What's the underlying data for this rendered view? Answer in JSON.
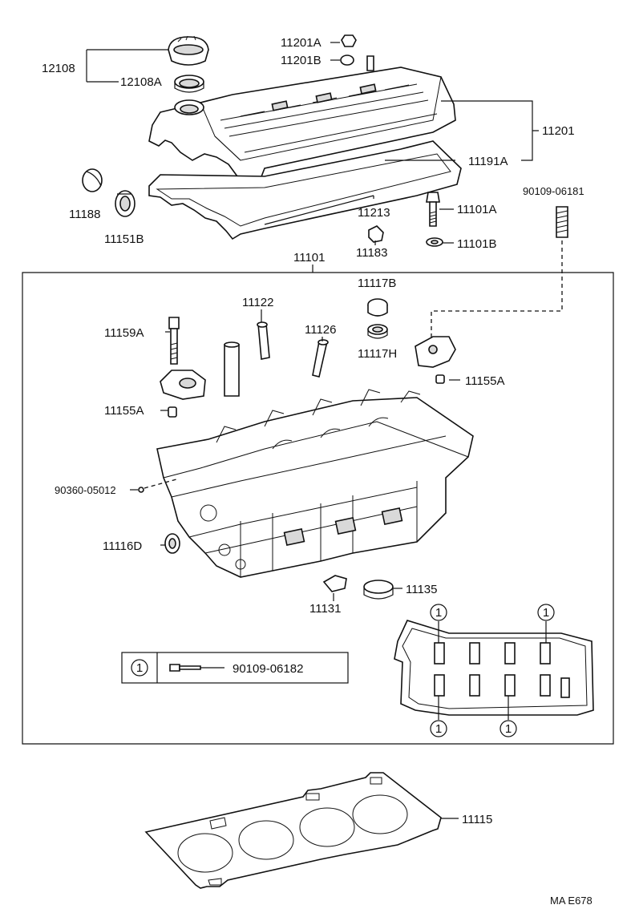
{
  "labels": {
    "p12108": "12108",
    "p12108A": "12108A",
    "p11201A": "11201A",
    "p11201B": "11201B",
    "p11201": "11201",
    "p11191A": "11191A",
    "p11188": "11188",
    "p11151B": "11151B",
    "p11213": "11213",
    "p11101A": "11101A",
    "p11101B": "11101B",
    "p11183": "11183",
    "p90109_06181": "90109-06181",
    "p11101": "11101",
    "p11117B": "11117B",
    "p11122": "11122",
    "p11126": "11126",
    "p11159A": "11159A",
    "p11117H": "11117H",
    "p11155A_right": "11155A",
    "p11155A_left": "11155A",
    "p90360_05012": "90360-05012",
    "p11116D": "11116D",
    "p11135": "11135",
    "p11131": "11131",
    "legend_part": "90109-06182",
    "p11115": "11115"
  },
  "markers": {
    "circle_one": "1"
  },
  "footer": {
    "code": "MA E678"
  }
}
